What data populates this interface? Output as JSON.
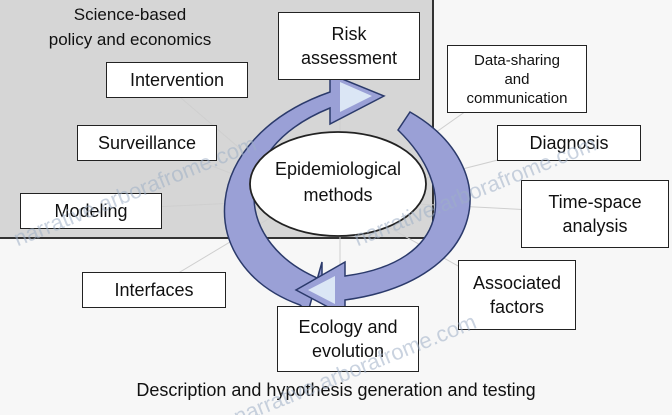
{
  "region": {
    "title": "Science-based\npolicy and economics"
  },
  "center": {
    "label": "Epidemiological\nmethods"
  },
  "nodes": {
    "risk_assessment": "Risk\nassessment",
    "data_sharing": "Data-sharing\nand\ncommunication",
    "intervention": "Intervention",
    "surveillance": "Surveillance",
    "modeling": "Modeling",
    "diagnosis": "Diagnosis",
    "time_space": "Time-space\nanalysis",
    "associated_factors": "Associated\nfactors",
    "interfaces": "Interfaces",
    "ecology": "Ecology and\nevolution"
  },
  "footer": "Description and hypothesis generation and testing",
  "watermark": "narrative.arborafrome.com",
  "colors": {
    "arrow_fill": "#9aa0d6",
    "arrow_stroke": "#2b3a6b",
    "arrow_inner": "#dbe6f5"
  }
}
